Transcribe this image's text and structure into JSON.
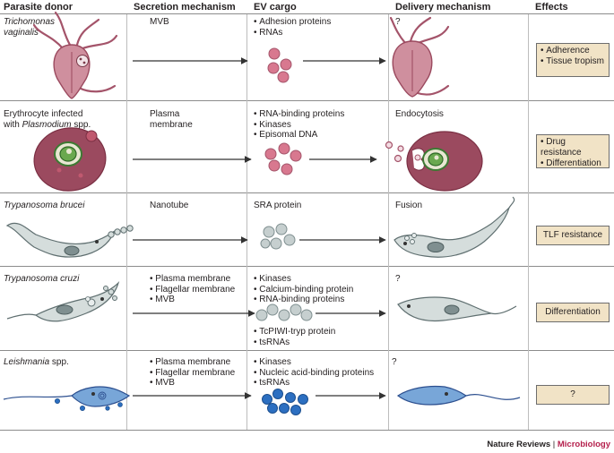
{
  "headers": {
    "donor": "Parasite donor",
    "secretion": "Secretion mechanism",
    "cargo": "EV cargo",
    "delivery": "Delivery mechanism",
    "effects": "Effects"
  },
  "rows": [
    {
      "donor_line1": "Trichomonas",
      "donor_line2": "vaginalis",
      "secretion": [
        "MVB"
      ],
      "cargo": [
        "Adhesion proteins",
        "RNAs"
      ],
      "delivery": "?",
      "effects": [
        "Adherence",
        "Tissue tropism"
      ]
    },
    {
      "donor_line1": "Erythrocyte infected",
      "donor_line2_prefix": "with ",
      "donor_line2_italic": "Plasmodium",
      "donor_line2_suffix": " spp.",
      "secretion_line1": "Plasma",
      "secretion_line2": "membrane",
      "cargo": [
        "RNA-binding proteins",
        "Kinases",
        "Episomal DNA"
      ],
      "delivery": "Endocytosis",
      "effects": [
        "Drug resistance",
        "Differentiation"
      ]
    },
    {
      "donor": "Trypanosoma brucei",
      "secretion": "Nanotube",
      "cargo": "SRA protein",
      "delivery": "Fusion",
      "effects": "TLF resistance"
    },
    {
      "donor": "Trypanosoma cruzi",
      "secretion": [
        "Plasma membrane",
        "Flagellar membrane",
        "MVB"
      ],
      "cargo": [
        "Kinases",
        "Calcium-binding protein",
        "RNA-binding proteins"
      ],
      "cargo_extra": [
        "TcPIWI-tryp protein",
        "tsRNAs"
      ],
      "delivery": "?",
      "effects": "Differentiation"
    },
    {
      "donor_italic": "Leishmania",
      "donor_suffix": " spp.",
      "secretion": [
        "Plasma membrane",
        "Flagellar membrane",
        "MVB"
      ],
      "cargo": [
        "Kinases",
        "Nucleic acid-binding proteins",
        "tsRNAs"
      ],
      "delivery": "?",
      "effects": "?"
    }
  ],
  "footer": {
    "publisher": "Nature Reviews",
    "separator": " | ",
    "journal": "Microbiology"
  },
  "colors": {
    "trichomonas_fill": "#cf8f9e",
    "plasmodium_fill": "#9b4a5f",
    "vesicle_pink": "#d8788f",
    "trypanosoma_fill": "#d5dddc",
    "leishmania_fill": "#78a6d8",
    "vesicle_blue": "#2c6fc1",
    "vesicle_grey": "#c6cfcf",
    "effect_box": "#f1e3c6",
    "journal_accent": "#b41e4b"
  }
}
